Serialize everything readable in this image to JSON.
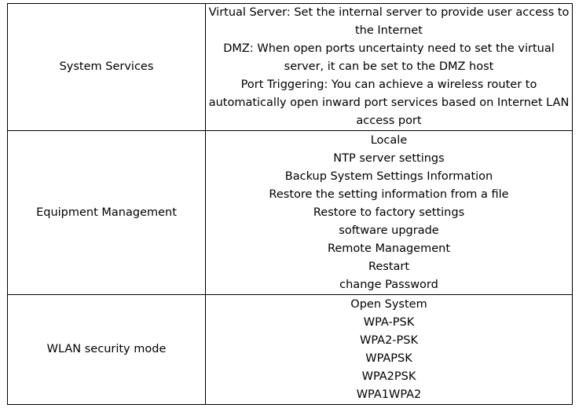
{
  "rows": [
    {
      "label": "System Services",
      "lines": [
        "Virtual Server: Set the internal server to provide user access to the Internet",
        "DMZ: When open ports uncertainty need to set the virtual server, it can be set to the DMZ host",
        "Port Triggering: You can achieve a wireless router to automatically open inward port services based on Internet LAN access port"
      ]
    },
    {
      "label": "Equipment Management",
      "lines": [
        "Locale",
        "NTP server settings",
        "Backup System Settings Information",
        "Restore the setting information from a file",
        "Restore to factory settings",
        "software upgrade",
        "Remote Management",
        "Restart",
        "change Password"
      ]
    },
    {
      "label": "WLAN security mode",
      "lines": [
        "Open System",
        "WPA-PSK",
        "WPA2-PSK",
        "WPAPSK",
        "WPA2PSK",
        "WPA1WPA2"
      ]
    }
  ]
}
